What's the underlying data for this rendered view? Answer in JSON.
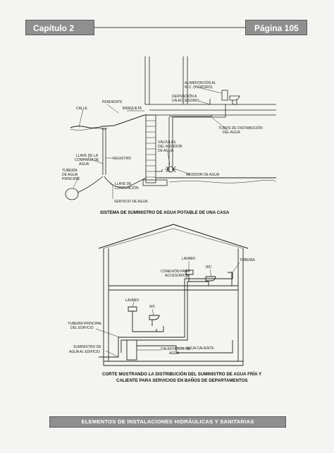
{
  "header": {
    "chapter": "Capítulo 2",
    "page": "Página 105"
  },
  "diagram1": {
    "labels": {
      "calle": "CALLE",
      "pendiente": "PENDIENTE",
      "banqueta": "BANQUETA",
      "alimentacion_1": "ALIMENTACIÓN AL",
      "alimentacion_2": "W.C. (INODORO)",
      "derivacion_1": "DERIVACIÓN A",
      "derivacion_2": "UN ACCESORIO",
      "tubos_1": "TUBOS DE DISTRIBUCIÓN",
      "tubos_2": "DEL AGUA",
      "valvulas_1": "VÁLVULAS",
      "valvulas_2": "DEL MEDIDOR",
      "valvulas_3": "DE AGUA",
      "llave_compania_1": "LLAVE DE LA",
      "llave_compania_2": "COMPAÑÍA DE",
      "llave_compania_3": "AGUA",
      "registro": "REGISTRO",
      "tuberia_principal_1": "TUBERÍA",
      "tuberia_principal_2": "DE AGUA",
      "tuberia_principal_3": "PRINCIPAL",
      "medidor": "MEDIDOR DE AGUA",
      "llave_contencion_1": "LLAVE DE",
      "llave_contencion_2": "CONTENCIÓN",
      "servicio": "SERVICIO DE AGUA"
    },
    "caption": "SISTEMA DE SUMINISTRO DE AGUA POTABLE DE UNA CASA"
  },
  "diagram2": {
    "labels": {
      "lavabo_top": "LAVABO",
      "tuberia": "TUBERÍA",
      "wc_top": "WC",
      "conexion_1": "CONEXIÓN PARA",
      "conexion_2": "ACCESORIOS",
      "lavabo_bottom": "LAVABO",
      "wc_bottom": "WC",
      "tuberia_principal_1": "TUBERÍA PRINCIPAL",
      "tuberia_principal_2": "DEL EDIFICIO",
      "suministro_1": "SUMINISTRO DE",
      "suministro_2": "AGUA AL EDIFICIO",
      "calentador_1": "CALENTADOR DE",
      "calentador_2": "AGUA",
      "agua_caliente": "AGUA CALIENTE"
    },
    "caption_1": "CORTE MOSTRANDO LA DISTRIBUCIÓN DEL SUMINISTRO DE AGUA FRÍA Y",
    "caption_2": "CALIENTE PARA SERVICIOS EN BAÑOS DE DEPARTAMENTOS"
  },
  "footer": {
    "title": "ELEMENTOS DE INSTALACIONES HIDRÁULICAS Y SANITARIAS"
  }
}
